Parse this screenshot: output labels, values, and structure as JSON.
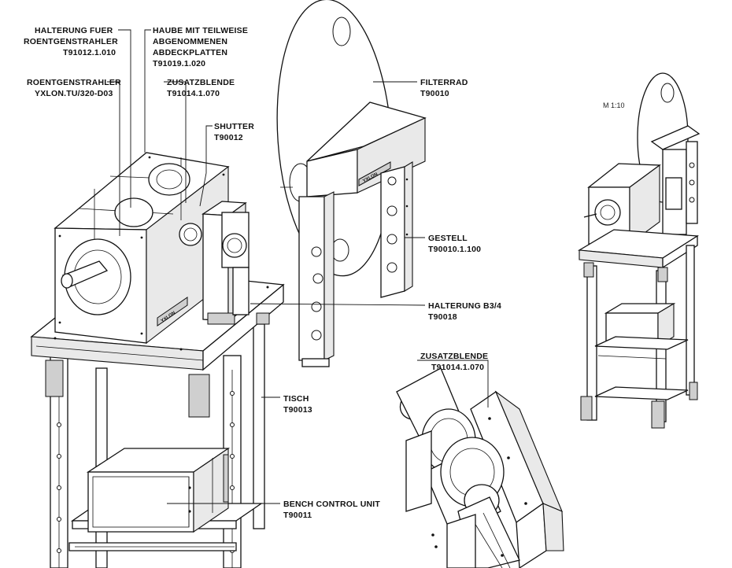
{
  "labels": {
    "halterung_fuer": {
      "line1": "HALTERUNG FUER",
      "line2": "ROENTGENSTRAHLER",
      "code": "T91012.1.010"
    },
    "haube": {
      "line1": "HAUBE MIT TEILWEISE",
      "line2": "ABGENOMMENEN",
      "line3": "ABDECKPLATTEN",
      "code": "T91019.1.020"
    },
    "roentgenstrahler": {
      "line1": "ROENTGENSTRAHLER",
      "code": "YXLON.TU/320-D03"
    },
    "zusatzblende_top": {
      "line1": "ZUSATZBLENDE",
      "code": "T91014.1.070"
    },
    "shutter": {
      "line1": "SHUTTER",
      "code": "T90012"
    },
    "filterrad": {
      "line1": "FILTERRAD",
      "code": "T90010"
    },
    "gestell": {
      "line1": "GESTELL",
      "code": "T90010.1.100"
    },
    "halterung_b34": {
      "line1": "HALTERUNG B3/4",
      "code": "T90018"
    },
    "tisch": {
      "line1": "TISCH",
      "code": "T90013"
    },
    "bench_control": {
      "line1": "BENCH CONTROL UNIT",
      "code": "T90011"
    },
    "zusatzblende_bottom": {
      "line1": "ZUSATZBLENDE",
      "code": "T91014.1.070"
    }
  },
  "scale_note": "M 1:10",
  "nameplate_text": "YXLON"
}
